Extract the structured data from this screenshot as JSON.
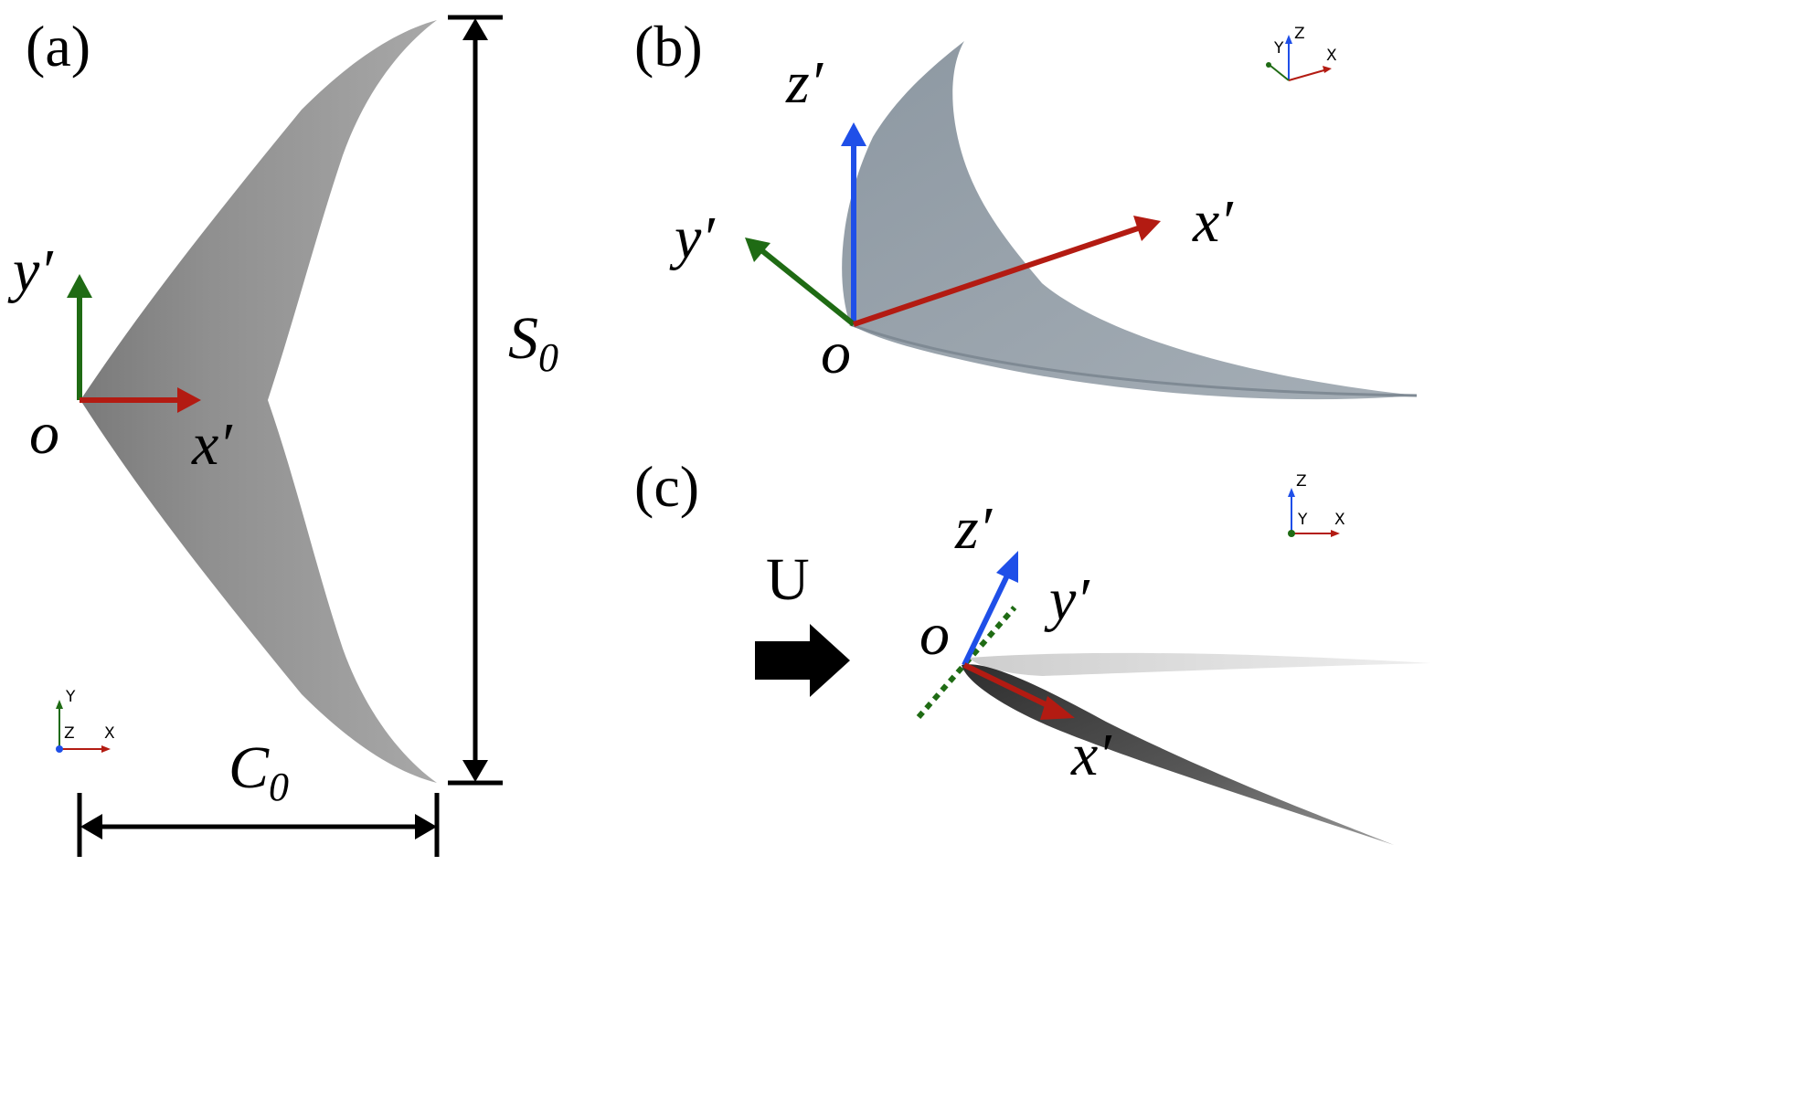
{
  "panels": {
    "a": {
      "label": "(a)",
      "axes": {
        "x": "x′",
        "y": "y′",
        "origin": "o"
      },
      "dimensions": {
        "span_main": "S",
        "span_sub": "0",
        "chord_main": "C",
        "chord_sub": "0"
      },
      "triad": {
        "up": "Y",
        "mid": "Z",
        "right": "X"
      }
    },
    "b": {
      "label": "(b)",
      "axes": {
        "x": "x′",
        "y": "y′",
        "z": "z′",
        "origin": "o"
      },
      "triad": {
        "y": "Y",
        "z": "Z",
        "x": "X"
      }
    },
    "c": {
      "label": "(c)",
      "axes": {
        "x": "x′",
        "y": "y′",
        "z": "z′",
        "origin": "o"
      },
      "flow": "U",
      "triad": {
        "z": "Z",
        "y": "Y",
        "x": "X"
      }
    }
  },
  "colors": {
    "x_axis": "#b31b12",
    "y_axis": "#1f6b14",
    "z_axis": "#1f4fe8",
    "wing_a": "#8c8c8c",
    "wing_b": "#9aa4ad",
    "wing_c": "#3f3f3f",
    "ink": "#000000"
  }
}
